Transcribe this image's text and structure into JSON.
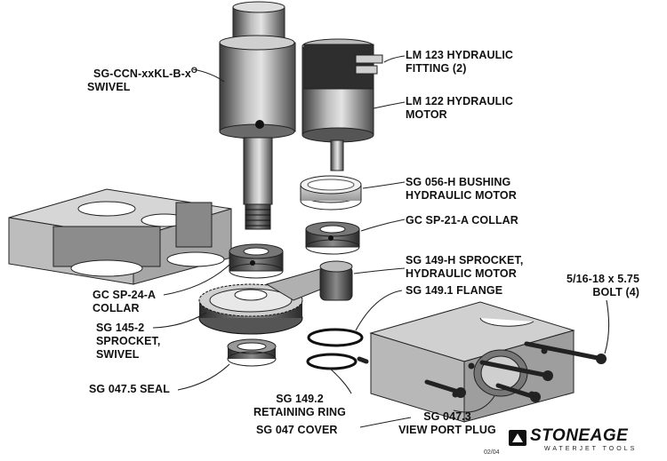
{
  "callouts": {
    "swivel": [
      "SG-CCN-xxKL-B-x",
      "O",
      "SWIVEL"
    ],
    "fitting": [
      "LM 123 HYDRAULIC",
      "FITTING (2)"
    ],
    "motor": [
      "LM 122 HYDRAULIC",
      "MOTOR"
    ],
    "bushing": [
      "SG 056-H BUSHING",
      "HYDRAULIC MOTOR"
    ],
    "collar_21": "GC SP-21-A COLLAR",
    "sprocket_motor": [
      "SG 149-H SPROCKET,",
      "HYDRAULIC MOTOR"
    ],
    "flange": "SG 149.1 FLANGE",
    "bolt": [
      "5/16-18 x 5.75",
      "BOLT (4)"
    ],
    "collar_24": [
      "GC SP-24-A",
      "COLLAR"
    ],
    "sprocket_swivel": [
      "SG 145-2",
      "SPROCKET,",
      "SWIVEL"
    ],
    "seal": "SG 047.5 SEAL",
    "retaining_ring": [
      "SG 149.2",
      "RETAINING RING"
    ],
    "view_port": [
      "SG 047.3",
      "VIEW PORT PLUG"
    ],
    "cover": "SG 047 COVER"
  },
  "brand": {
    "logo": "STONEAGE",
    "tagline": "WATERJET TOOLS",
    "date_code": "02/04"
  }
}
